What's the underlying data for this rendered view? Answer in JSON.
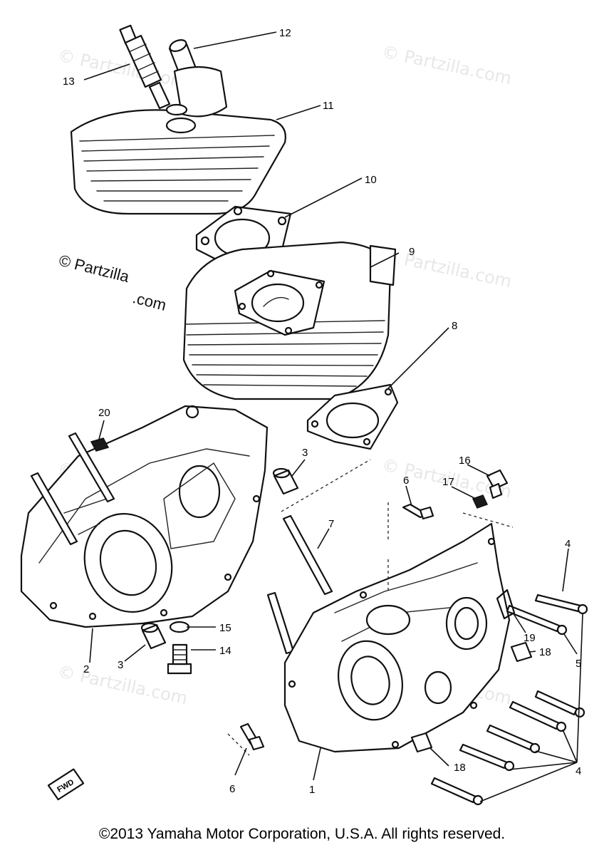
{
  "watermark": {
    "text": "© Partzilla.com",
    "main_line1": "© Partzilla",
    "main_line2": ".com"
  },
  "fwd_marker": "FWD",
  "copyright": "©2013  Yamaha Motor Corporation, U.S.A. All rights reserved.",
  "callouts": [
    {
      "id": "c12",
      "label": "12"
    },
    {
      "id": "c13",
      "label": "13"
    },
    {
      "id": "c11",
      "label": "11"
    },
    {
      "id": "c10",
      "label": "10"
    },
    {
      "id": "c9",
      "label": "9"
    },
    {
      "id": "c8",
      "label": "8"
    },
    {
      "id": "c20",
      "label": "20"
    },
    {
      "id": "c3a",
      "label": "3"
    },
    {
      "id": "c16",
      "label": "16"
    },
    {
      "id": "c6a",
      "label": "6"
    },
    {
      "id": "c17",
      "label": "17"
    },
    {
      "id": "c7",
      "label": "7"
    },
    {
      "id": "c4a",
      "label": "4"
    },
    {
      "id": "c15",
      "label": "15"
    },
    {
      "id": "c14",
      "label": "14"
    },
    {
      "id": "c2",
      "label": "2"
    },
    {
      "id": "c3b",
      "label": "3"
    },
    {
      "id": "c19",
      "label": "19"
    },
    {
      "id": "c18a",
      "label": "18"
    },
    {
      "id": "c5",
      "label": "5"
    },
    {
      "id": "c18b",
      "label": "18"
    },
    {
      "id": "c6b",
      "label": "6"
    },
    {
      "id": "c1",
      "label": "1"
    },
    {
      "id": "c4b",
      "label": "4"
    }
  ]
}
